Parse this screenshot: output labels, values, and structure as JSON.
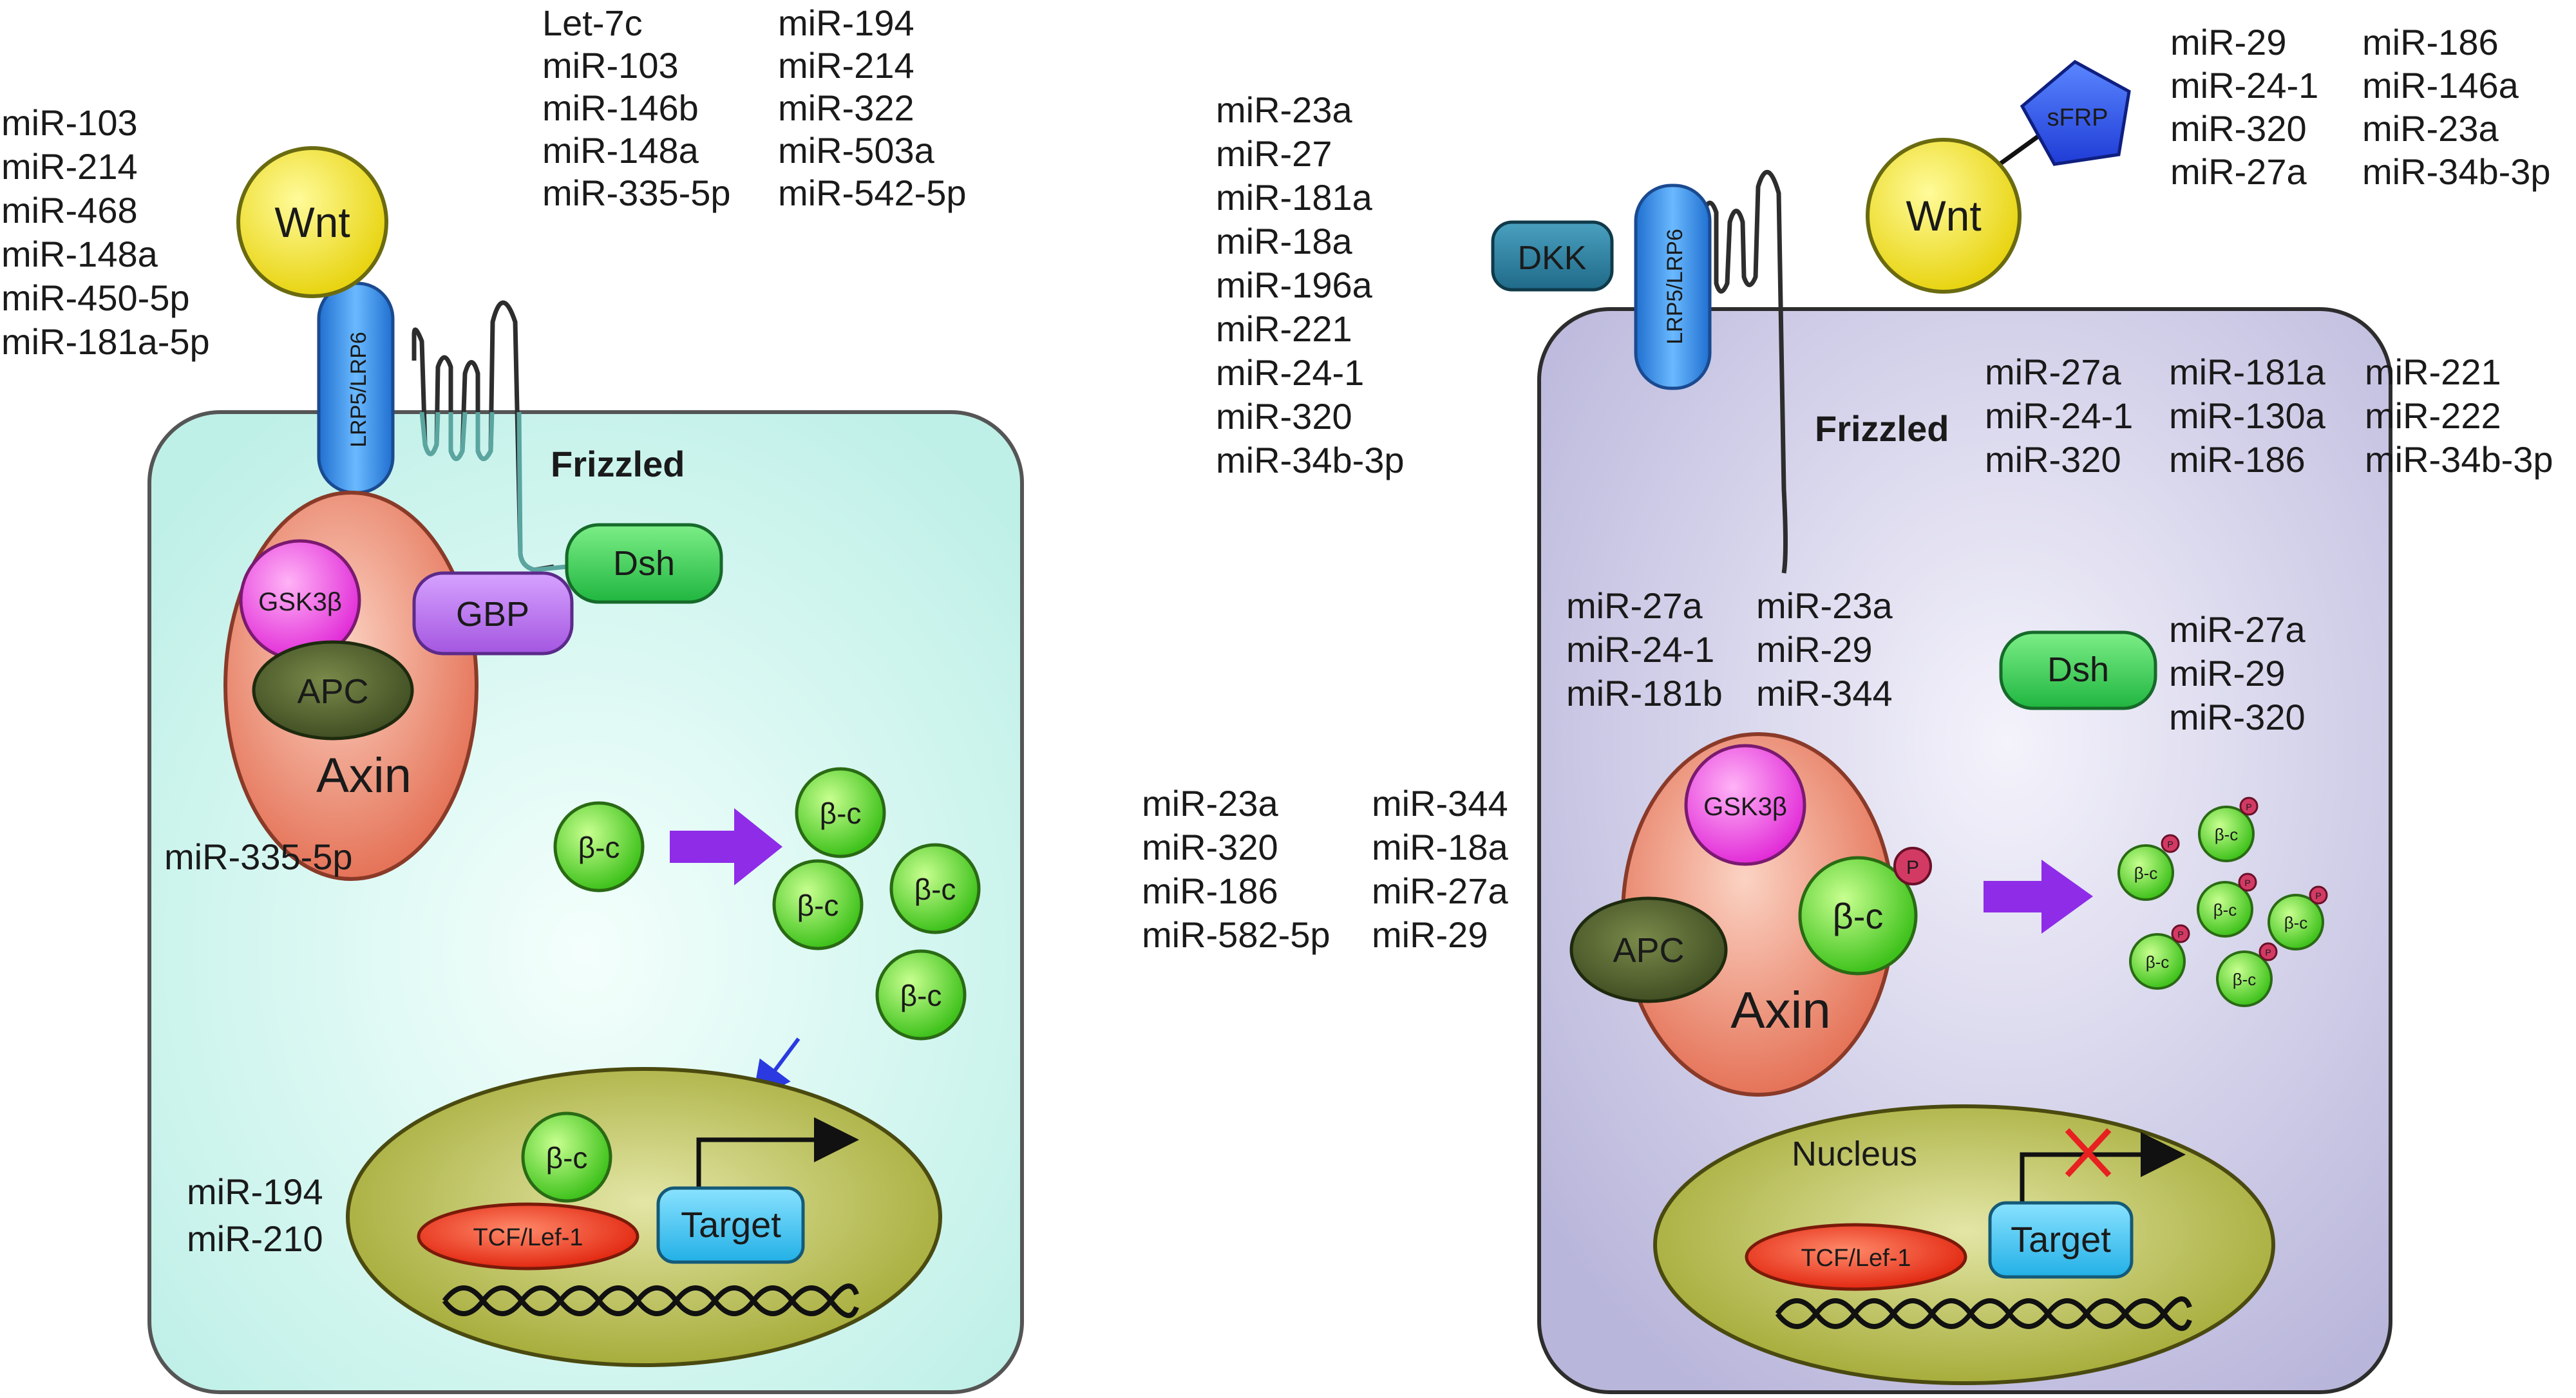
{
  "left_panel": {
    "mir_lrp": [
      "miR-103",
      "miR-214",
      "miR-468",
      "miR-148a",
      "miR-450-5p",
      "miR-181a-5p"
    ],
    "mir_frizzled_col1": [
      "Let-7c",
      "miR-103",
      "miR-146b",
      "miR-148a",
      "miR-335-5p"
    ],
    "mir_frizzled_col2": [
      "miR-194",
      "miR-214",
      "miR-322",
      "miR-503a",
      "miR-542-5p"
    ],
    "mir_axin": "miR-335-5p",
    "mir_nucleus": [
      "miR-194",
      "miR-210"
    ],
    "labels": {
      "wnt": "Wnt",
      "lrp": "LRP5/LRP6",
      "frizzled": "Frizzled",
      "dsh": "Dsh",
      "gbp": "GBP",
      "gsk": "GSK3β",
      "apc": "APC",
      "axin": "Axin",
      "bc": "β-c",
      "tcf": "TCF/Lef-1",
      "target": "Target"
    }
  },
  "middle": {
    "mir_col_top": [
      "miR-23a",
      "miR-27",
      "miR-181a",
      "miR-18a",
      "miR-196a",
      "miR-221",
      "miR-24-1",
      "miR-320",
      "miR-34b-3p"
    ],
    "mir_col_a": [
      "miR-23a",
      "miR-320",
      "miR-186",
      "miR-582-5p"
    ],
    "mir_col_b": [
      "miR-344",
      "miR-18a",
      "miR-27a",
      "miR-29"
    ]
  },
  "right_panel": {
    "mir_sfrp_col1": [
      "miR-29",
      "miR-24-1",
      "miR-320",
      "miR-27a"
    ],
    "mir_sfrp_col2": [
      "miR-186",
      "miR-146a",
      "miR-23a",
      "miR-34b-3p"
    ],
    "mir_frz_col1": [
      "miR-27a",
      "miR-24-1",
      "miR-320"
    ],
    "mir_frz_col2": [
      "miR-181a",
      "miR-130a",
      "miR-186"
    ],
    "mir_frz_col3": [
      "miR-221",
      "miR-222",
      "miR-34b-3p"
    ],
    "mir_gsk_col1": [
      "miR-27a",
      "miR-24-1",
      "miR-181b"
    ],
    "mir_gsk_col2": [
      "miR-23a",
      "miR-29",
      "miR-344"
    ],
    "mir_dsh": [
      "miR-27a",
      "miR-29",
      "miR-320"
    ],
    "labels": {
      "wnt": "Wnt",
      "sfrp": "sFRP",
      "dkk": "DKK",
      "lrp": "LRP5/LRP6",
      "frizzled": "Frizzled",
      "dsh": "Dsh",
      "gsk": "GSK3β",
      "apc": "APC",
      "axin": "Axin",
      "bc": "β-c",
      "p": "P",
      "nucleus": "Nucleus",
      "tcf": "TCF/Lef-1",
      "target": "Target"
    }
  },
  "colors": {
    "left_cell": "#c9f3ec",
    "right_cell": "#c7c5e3",
    "wnt": "#f0e21a",
    "lrp": "#2f8fe0",
    "dsh": "#2ec84e",
    "gbp": "#b066e6",
    "gsk": "#e83ce0",
    "apc": "#4a5a2a",
    "axin": "#e8735a",
    "bc": "#5fd832",
    "nucleus": "#a8ad3a",
    "tcf": "#e82a10",
    "target": "#3cc4ee",
    "arrow": "#8e2ce8",
    "dkk": "#2c7a9a",
    "sfrp": "#1f3cd6",
    "phospho": "#d23a64",
    "cross": "#e82020"
  }
}
